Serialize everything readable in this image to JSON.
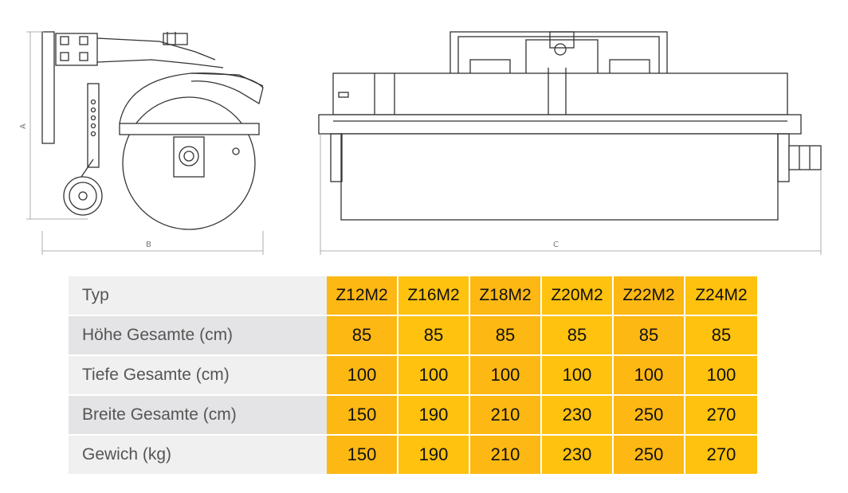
{
  "drawing": {
    "dim_labels": {
      "a": "A",
      "b": "B",
      "c": "C"
    }
  },
  "table": {
    "rows": [
      {
        "label": "Typ",
        "values": [
          "Z12M2",
          "Z16M2",
          "Z18M2",
          "Z20M2",
          "Z22M2",
          "Z24M2"
        ]
      },
      {
        "label": "Höhe Gesamte (cm)",
        "values": [
          "85",
          "85",
          "85",
          "85",
          "85",
          "85"
        ]
      },
      {
        "label": "Tiefe Gesamte (cm)",
        "values": [
          "100",
          "100",
          "100",
          "100",
          "100",
          "100"
        ]
      },
      {
        "label": "Breite Gesamte (cm)",
        "values": [
          "150",
          "190",
          "210",
          "230",
          "250",
          "270"
        ]
      },
      {
        "label": "Gewich (kg)",
        "values": [
          "150",
          "190",
          "210",
          "230",
          "250",
          "270"
        ]
      }
    ]
  },
  "colors": {
    "accent": "#ffc20e",
    "label_bg": "#f0f0f1"
  }
}
